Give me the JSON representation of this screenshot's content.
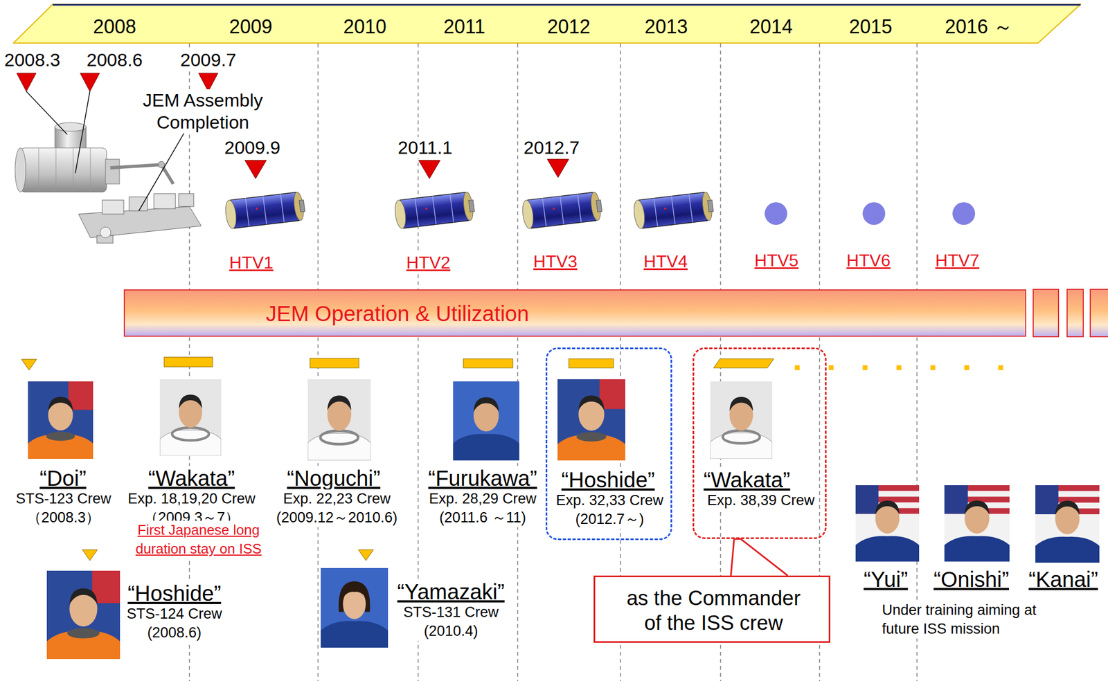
{
  "diagram": {
    "nodes": [
      {
        "text": [
          "2008",
          "2009",
          "2010",
          "2011",
          "2012",
          "2013",
          "2014",
          "2015",
          "2016 ～"
        ]
      },
      {
        "text": [
          "JEM Operation & Utilization"
        ]
      },
      {
        "text": [
          "“Hoshide”",
          "Exp. 32,33 Crew (2012.7～)"
        ]
      },
      {
        "text": [
          "“Wakata”",
          "Exp. 38,39 Crew"
        ]
      },
      {
        "text": [
          "as the Commander of the ISS crew"
        ]
      }
    ],
    "edges": [
      {
        "from": 4,
        "to": 3,
        "arrow": "none"
      }
    ],
    "labels": [
      "2008.3",
      "2008.6",
      "2009.7",
      "JEM Assembly Completion",
      "2009.9",
      "2011.1",
      "2012.7",
      "HTV1",
      "HTV2",
      "HTV3",
      "HTV4",
      "HTV5",
      "HTV6",
      "HTV7",
      "“Doi”",
      "STS-123 Crew （2008.3）",
      "“Wakata”",
      "Exp. 18,19,20 Crew （2009.3～7）",
      "First Japanese long duration stay on ISS",
      "“Noguchi”",
      "Exp. 22,23 Crew (2009.12～2010.6)",
      "“Furukawa”",
      "Exp. 28,29 Crew (2011.6 ～11)",
      "“Hoshide”",
      "STS-124 Crew (2008.6)",
      "“Yamazaki”",
      "STS-131 Crew (2010.4)",
      "“Yui”",
      "“Onishi”",
      "“Kanai”",
      "Under training aiming at future ISS mission"
    ]
  }
}
